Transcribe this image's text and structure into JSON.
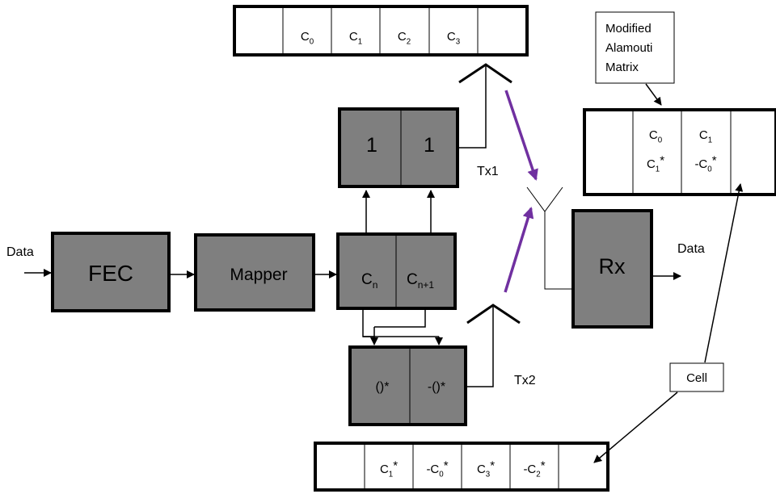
{
  "labels": {
    "data_in": "Data",
    "data_out": "Data",
    "fec": "FEC",
    "mapper": "Mapper",
    "rx": "Rx",
    "tx1": "Tx1",
    "tx2": "Tx2",
    "cell": "Cell",
    "matrix_callout": [
      "Modified",
      "Alamouti",
      "Matrix"
    ]
  },
  "split_block": {
    "left": "C",
    "left_sub": "n",
    "right": "C",
    "right_sub": "n+1"
  },
  "tx1_block": {
    "left": "1",
    "right": "1"
  },
  "tx2_block": {
    "left": "()*",
    "right": "-()*"
  },
  "tx1_stream": [
    {
      "base": "C",
      "sub": "0",
      "sup": ""
    },
    {
      "base": "C",
      "sub": "1",
      "sup": ""
    },
    {
      "base": "C",
      "sub": "2",
      "sup": ""
    },
    {
      "base": "C",
      "sub": "3",
      "sup": ""
    }
  ],
  "tx2_stream": [
    {
      "base": "C",
      "sub": "1",
      "sup": "*"
    },
    {
      "base": "-C",
      "sub": "0",
      "sup": "*"
    },
    {
      "base": "C",
      "sub": "3",
      "sup": "*"
    },
    {
      "base": "-C",
      "sub": "2",
      "sup": "*"
    }
  ],
  "matrix": {
    "col1": [
      {
        "base": "C",
        "sub": "0",
        "sup": ""
      },
      {
        "base": "C",
        "sub": "1",
        "sup": "*"
      }
    ],
    "col2": [
      {
        "base": "C",
        "sub": "1",
        "sup": ""
      },
      {
        "base": "-C",
        "sub": "0",
        "sup": "*"
      }
    ]
  },
  "colors": {
    "block_fill": "#7f7f7f",
    "signal_arrow": "#7030a0"
  }
}
